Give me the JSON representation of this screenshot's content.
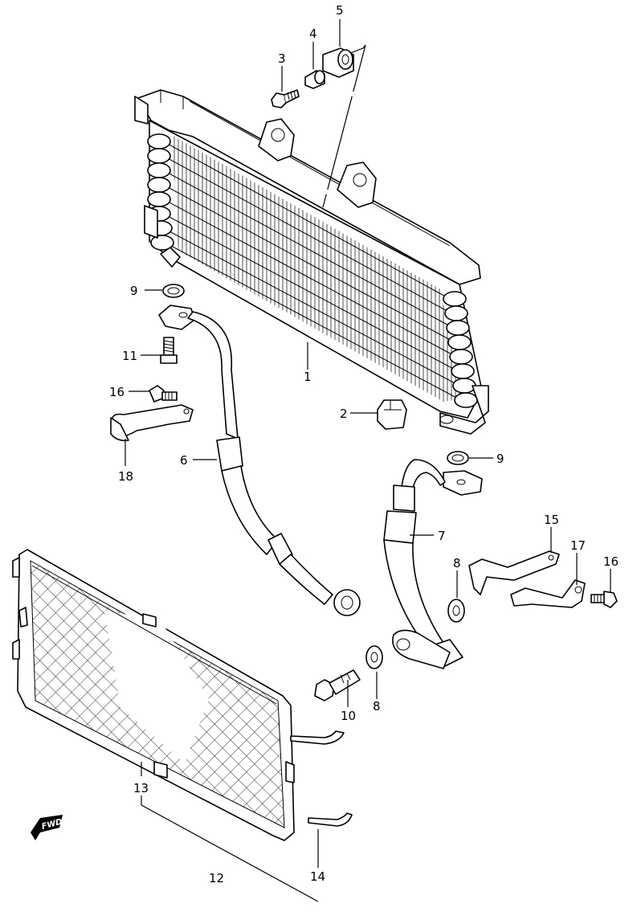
{
  "callouts": [
    {
      "id": "c1",
      "label": "1"
    },
    {
      "id": "c2",
      "label": "2"
    },
    {
      "id": "c3",
      "label": "3"
    },
    {
      "id": "c4",
      "label": "4"
    },
    {
      "id": "c5",
      "label": "5"
    },
    {
      "id": "c6",
      "label": "6"
    },
    {
      "id": "c7",
      "label": "7"
    },
    {
      "id": "c8a",
      "label": "8"
    },
    {
      "id": "c8b",
      "label": "8"
    },
    {
      "id": "c9a",
      "label": "9"
    },
    {
      "id": "c9b",
      "label": "9"
    },
    {
      "id": "c10",
      "label": "10"
    },
    {
      "id": "c11",
      "label": "11"
    },
    {
      "id": "c12",
      "label": "12"
    },
    {
      "id": "c13",
      "label": "13"
    },
    {
      "id": "c14",
      "label": "14"
    },
    {
      "id": "c15",
      "label": "15"
    },
    {
      "id": "c16a",
      "label": "16"
    },
    {
      "id": "c16b",
      "label": "16"
    },
    {
      "id": "c17",
      "label": "17"
    },
    {
      "id": "c18",
      "label": "18"
    }
  ],
  "fwd_badge": {
    "label": "FWD"
  }
}
